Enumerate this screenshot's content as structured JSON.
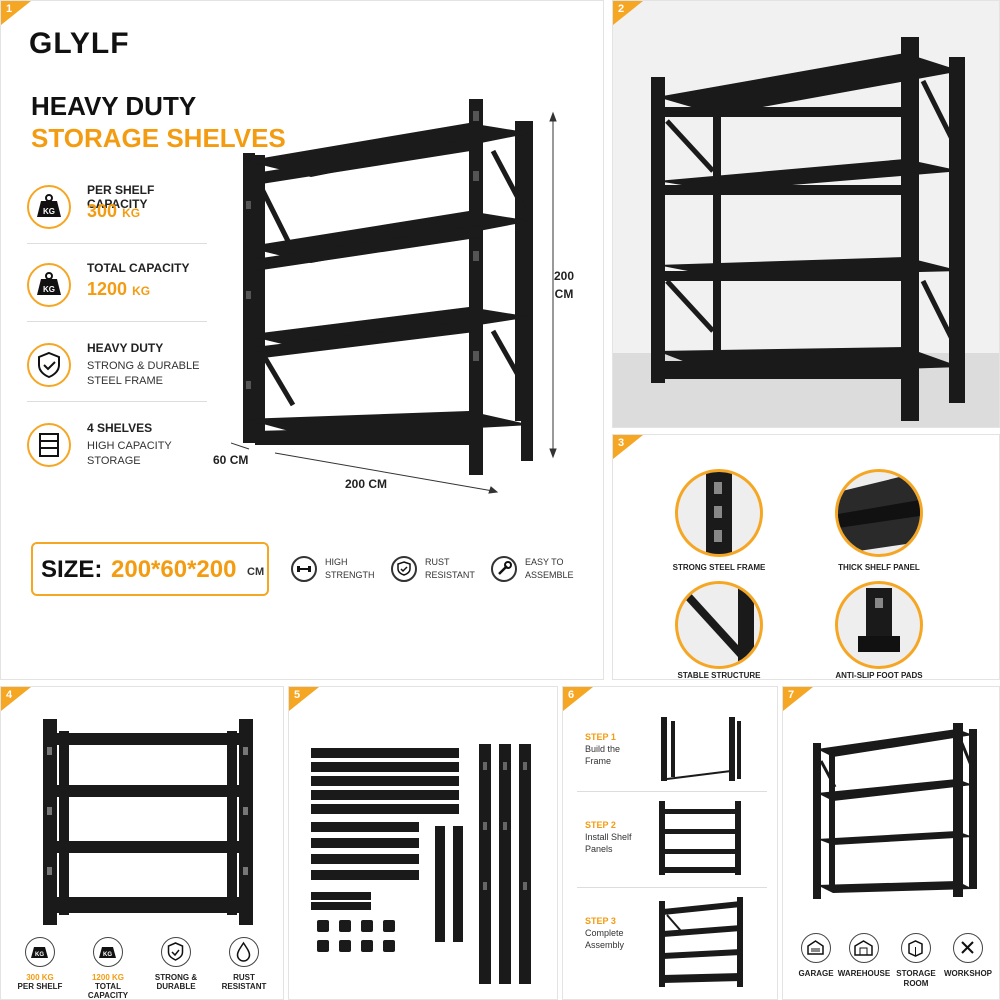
{
  "panel1": {
    "badge": "1",
    "logo": "GLYLF",
    "title_line1": "HEAVY DUTY",
    "title_line2": "STORAGE SHELVES",
    "features": [
      {
        "icon": "weight-kg-icon",
        "icon_text": "KG",
        "label": "PER SHELF CAPACITY",
        "value": "300",
        "unit": "KG"
      },
      {
        "icon": "weight-kg-icon",
        "icon_text": "KG",
        "label": "TOTAL CAPACITY",
        "value": "1200",
        "unit": "KG"
      },
      {
        "icon": "shield-check-icon",
        "label": "HEAVY DUTY",
        "desc": "STRONG & DURABLE STEEL FRAME"
      },
      {
        "icon": "shelves-icon",
        "label": "4 SHELVES",
        "desc": "HIGH CAPACITY STORAGE"
      }
    ],
    "dims": {
      "height_value": "200",
      "height_unit": "CM",
      "depth": "60",
      "depth_unit": "CM",
      "width": "200",
      "width_unit": "CM"
    },
    "size": {
      "label": "SIZE:",
      "value": "200*60*200",
      "unit": "CM"
    },
    "mini_features": [
      {
        "icon": "dumbbell-icon",
        "text": "HIGH STRENGTH"
      },
      {
        "icon": "shield-check-icon",
        "text": "RUST RESISTANT"
      },
      {
        "icon": "wrench-icon",
        "text": "EASY TO ASSEMBLE"
      }
    ]
  },
  "panel2": {
    "badge": "2"
  },
  "panel3": {
    "badge": "3",
    "details": [
      "STRONG STEEL FRAME",
      "THICK SHELF PANEL",
      "STABLE STRUCTURE",
      "ANTI-SLIP FOOT PADS"
    ]
  },
  "panel4": {
    "badge": "4",
    "icons": [
      {
        "icon": "weight-kg-icon",
        "icon_text": "KG",
        "line1": "300 KG",
        "line2": "PER SHELF"
      },
      {
        "icon": "weight-kg-icon",
        "icon_text": "KG",
        "line1": "1200 KG",
        "line2": "TOTAL CAPACITY"
      },
      {
        "icon": "shield-check-icon",
        "line1": "STRONG &",
        "line2": "DURABLE"
      },
      {
        "icon": "water-drop-icon",
        "line1": "RUST",
        "line2": "RESISTANT"
      }
    ]
  },
  "panel5": {
    "badge": "5"
  },
  "panel6": {
    "badge": "6",
    "steps": [
      {
        "num": "STEP 1",
        "l1": "Build the",
        "l2": "Frame"
      },
      {
        "num": "STEP 2",
        "l1": "Install Shelf",
        "l2": "Panels"
      },
      {
        "num": "STEP 3",
        "l1": "Complete",
        "l2": "Assembly"
      }
    ]
  },
  "panel7": {
    "badge": "7",
    "uses": [
      {
        "icon": "garage-icon",
        "label": "GARAGE"
      },
      {
        "icon": "warehouse-icon",
        "label": "WAREHOUSE"
      },
      {
        "icon": "storage-room-icon",
        "label": "STORAGE ROOM"
      },
      {
        "icon": "workshop-icon",
        "label": "WORKSHOP"
      }
    ]
  },
  "colors": {
    "accent": "#f39c12",
    "rack": "#1b1b1b",
    "text": "#222222"
  }
}
